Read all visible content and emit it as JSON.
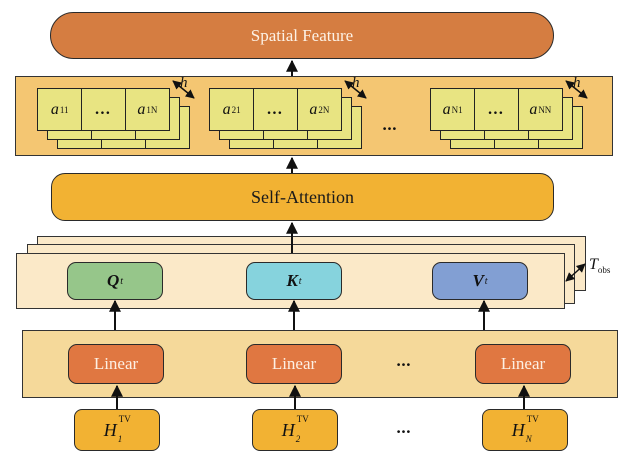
{
  "spatial_feature": {
    "label": "Spatial Feature"
  },
  "attention_matrix": {
    "groups": [
      {
        "cells": [
          {
            "base": "a",
            "sub": "11"
          },
          {
            "base": "…",
            "sub": ""
          },
          {
            "base": "a",
            "sub": "1N"
          }
        ],
        "depth_label": "h"
      },
      {
        "cells": [
          {
            "base": "a",
            "sub": "21"
          },
          {
            "base": "…",
            "sub": ""
          },
          {
            "base": "a",
            "sub": "2N"
          }
        ],
        "depth_label": "h"
      },
      {
        "cells": [
          {
            "base": "a",
            "sub": "N1"
          },
          {
            "base": "…",
            "sub": ""
          },
          {
            "base": "a",
            "sub": "NN"
          }
        ],
        "depth_label": "h"
      }
    ],
    "ellipsis": "…"
  },
  "self_attention": {
    "label": "Self-Attention"
  },
  "qkv": {
    "q": {
      "base": "Q",
      "sup": "t"
    },
    "k": {
      "base": "K",
      "sup": "t"
    },
    "v": {
      "base": "V",
      "sup": "t"
    },
    "stack_label": {
      "base": "T",
      "sub": "obs"
    }
  },
  "linear": {
    "labels": [
      "Linear",
      "Linear",
      "Linear"
    ],
    "ellipsis": "…"
  },
  "inputs": {
    "items": [
      {
        "base": "H",
        "sup": "TV",
        "sub": "1"
      },
      {
        "base": "H",
        "sup": "TV",
        "sub": "2"
      },
      {
        "base": "H",
        "sup": "TV",
        "sub": "N"
      }
    ],
    "ellipsis": "…"
  },
  "colors": {
    "spatial_feature": "#D57D41",
    "attention_panel": "#F4C672",
    "attention_cell": "#E8E482",
    "self_attention": "#F2B233",
    "qkv_panel": "#FBE9C8",
    "q": "#96C68A",
    "k": "#86D3DD",
    "v": "#829FD3",
    "linear_panel": "#F5D99A",
    "linear_box": "#E07741",
    "input_box": "#F2B233"
  }
}
